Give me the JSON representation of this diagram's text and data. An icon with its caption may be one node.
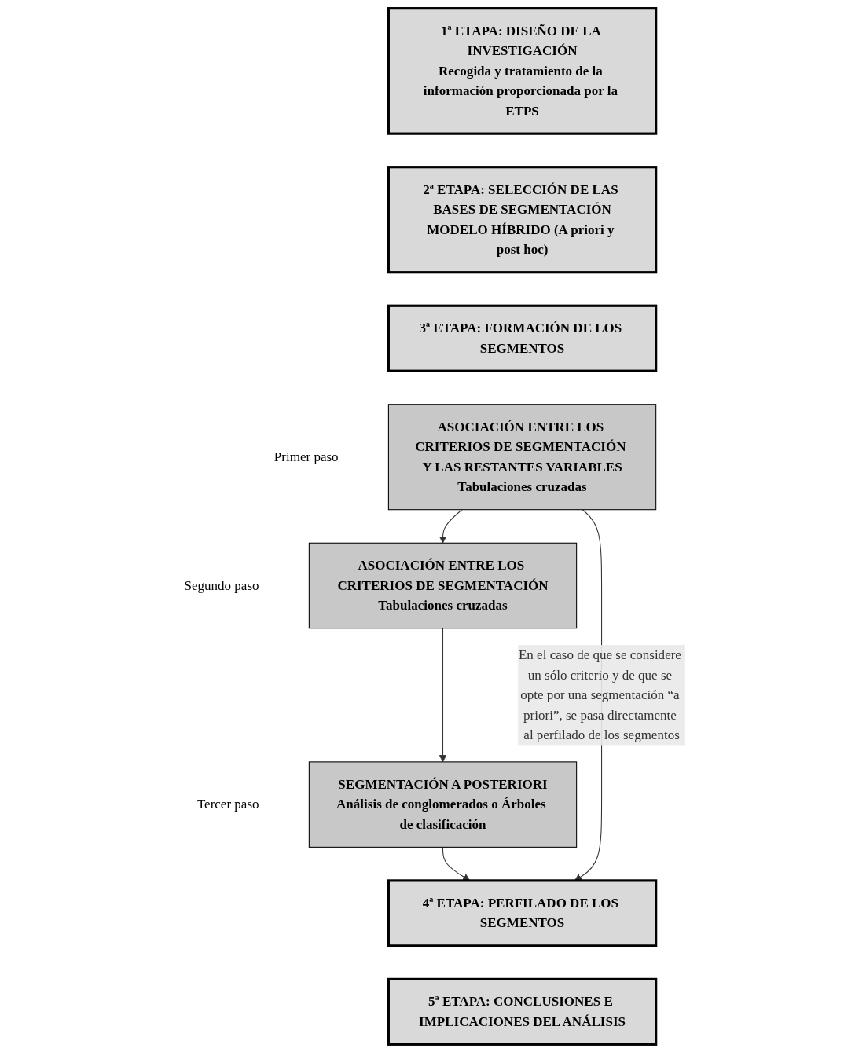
{
  "diagram": {
    "nodes": [
      {
        "text": [
          "1ª ETAPA: DISEÑO DE LA INVESTIGACIÓN",
          "Recogida y tratamiento de la información proporcionada por la ETPS"
        ]
      },
      {
        "text": [
          "2ª ETAPA: SELECCIÓN DE LAS BASES DE SEGMENTACIÓN",
          "MODELO HÍBRIDO (A priori y post hoc)"
        ]
      },
      {
        "text": [
          "3ª ETAPA: FORMACIÓN DE LOS SEGMENTOS"
        ]
      },
      {
        "text": [
          "ASOCIACIÓN ENTRE LOS CRITERIOS DE SEGMENTACIÓN Y LAS RESTANTES VARIABLES",
          "Tabulaciones cruzadas"
        ],
        "beside": [
          "Primer paso"
        ]
      },
      {
        "text": [
          "ASOCIACIÓN ENTRE LOS CRITERIOS DE SEGMENTACIÓN",
          "Tabulaciones cruzadas"
        ],
        "beside": [
          "Segundo paso"
        ]
      },
      {
        "text": [
          "SEGMENTACIÓN A POSTERIORI",
          "Análisis de conglomerados o Árboles de clasificación"
        ],
        "beside": [
          "Tercer paso"
        ]
      },
      {
        "text": [
          "4ª ETAPA: PERFILADO DE LOS SEGMENTOS"
        ]
      },
      {
        "text": [
          "5ª ETAPA: CONCLUSIONES E IMPLICACIONES DEL ANÁLISIS"
        ]
      }
    ],
    "edges": [
      {
        "from": 3,
        "to": 4,
        "arrow": "to"
      },
      {
        "from": 4,
        "to": 5,
        "arrow": "to"
      },
      {
        "from": 5,
        "to": 6,
        "arrow": "to"
      },
      {
        "from": 3,
        "to": 6,
        "arrow": "to",
        "label": "En el caso de que se considere un sólo criterio y de que se opte por una segmentación “a priori”, se pasa directamente al perfilado de los segmentos"
      }
    ]
  }
}
